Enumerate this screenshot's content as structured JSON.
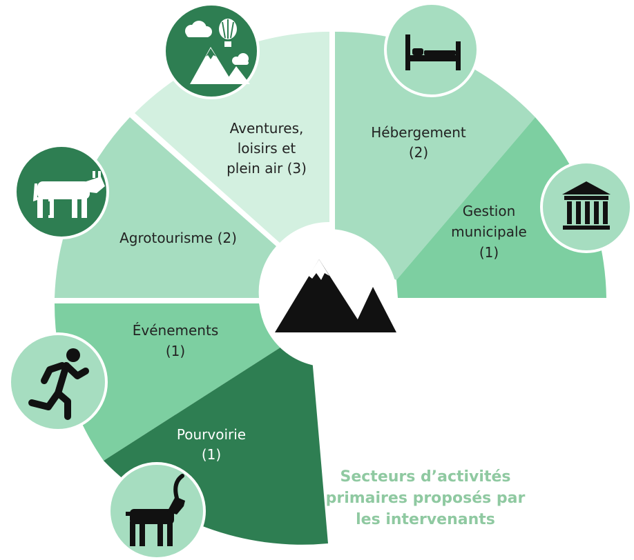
{
  "caption": {
    "line1": "Secteurs d’activités",
    "line2": "primaires proposés par",
    "line3": "les intervenants"
  },
  "sectors": {
    "aventures": {
      "line1": "Aventures,",
      "line2": "loisirs et",
      "line3": "plein air (3)",
      "count": 3,
      "color": "#d3f0e0",
      "icon": "mountain-balloon-icon"
    },
    "hebergement": {
      "line1": "Hébergement",
      "line2": "(2)",
      "count": 2,
      "color": "#a6ddc0",
      "icon": "bed-icon"
    },
    "gestion": {
      "line1": "Gestion",
      "line2": "municipale",
      "line3": "(1)",
      "count": 1,
      "color": "#7dcfa1",
      "icon": "building-icon"
    },
    "agrotourisme": {
      "line1": "Agrotourisme (2)",
      "count": 2,
      "color": "#a6ddc0",
      "icon": "cow-icon"
    },
    "evenements": {
      "line1": "Événements",
      "line2": "(1)",
      "count": 1,
      "color": "#7dcfa1",
      "icon": "runner-icon"
    },
    "pourvoirie": {
      "line1": "Pourvoirie",
      "line2": "(1)",
      "count": 1,
      "color": "#2e7e52",
      "icon": "ibex-icon"
    }
  },
  "center_icon": "mountain-icon",
  "colors": {
    "icon_dark_bg": "#2e7e52",
    "icon_light_bg": "#a6ddc0",
    "icon_black": "#111111",
    "caption": "#8fc9a1"
  }
}
